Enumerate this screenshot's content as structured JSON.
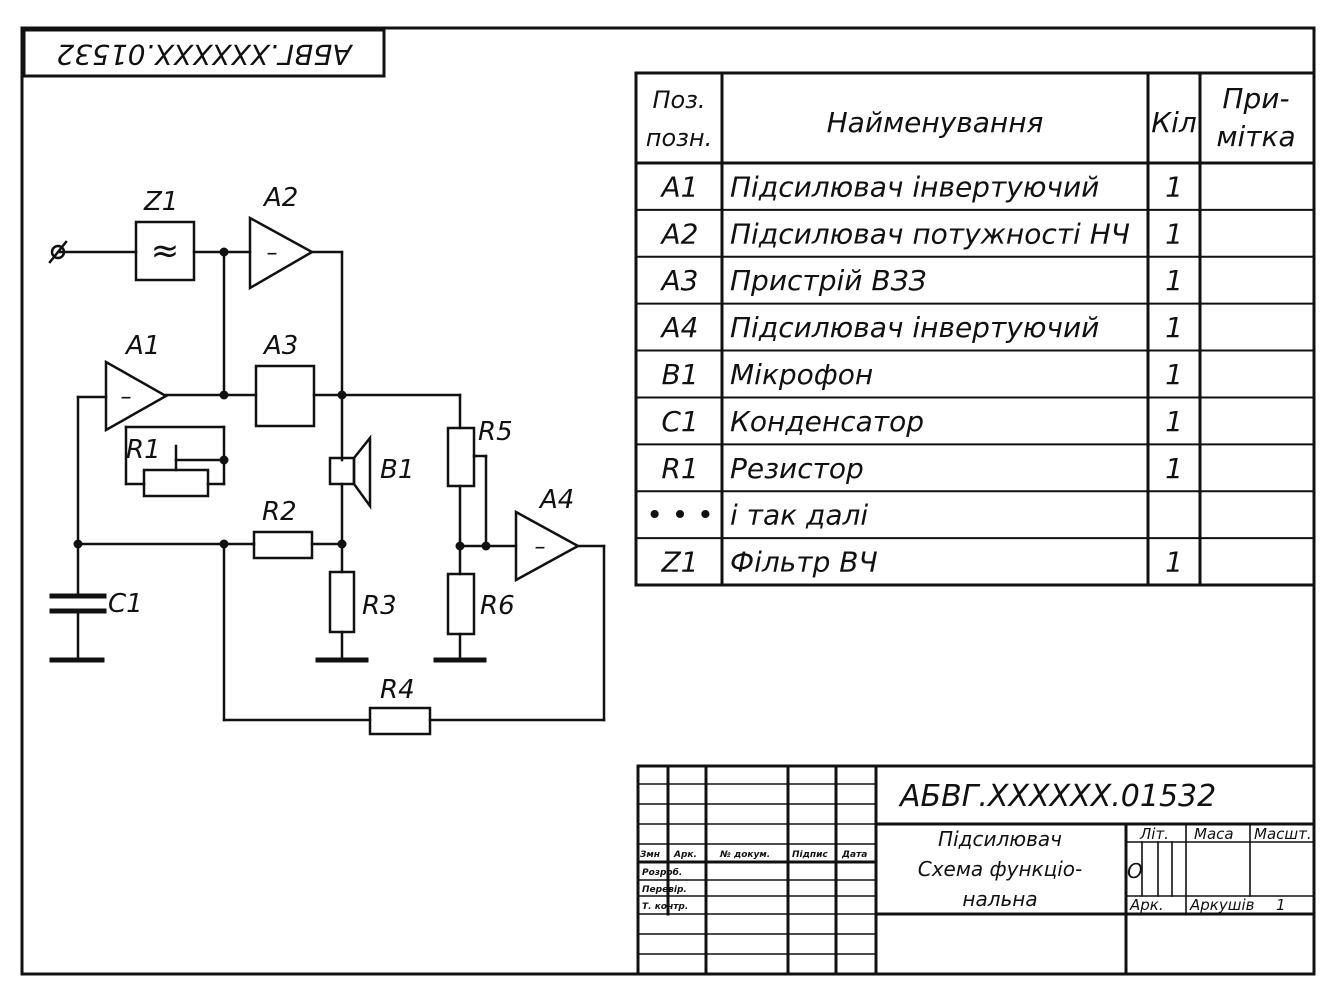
{
  "corner_stamp": "АБВГ.XXXXXX.01532",
  "circuit": {
    "labels": {
      "z1": "Z1",
      "a1": "A1",
      "a2": "A2",
      "a3": "A3",
      "a4": "A4",
      "r1": "R1",
      "r2": "R2",
      "r3": "R3",
      "r4": "R4",
      "r5": "R5",
      "r6": "R6",
      "b1": "B1",
      "c1": "C1"
    },
    "symbols": {
      "amp_minus": "–",
      "filter": "≈"
    }
  },
  "parts_list": {
    "headers": {
      "pos_line1": "Поз.",
      "pos_line2": "позн.",
      "name": "Найменування",
      "qty": "Кіл",
      "note_line1": "При-",
      "note_line2": "мітка"
    },
    "rows": [
      {
        "pos": "A1",
        "name": "Підсилювач інвертуючий",
        "qty": "1",
        "note": ""
      },
      {
        "pos": "A2",
        "name": "Підсилювач потужності НЧ",
        "qty": "1",
        "note": ""
      },
      {
        "pos": "A3",
        "name": "Пристрій ВЗЗ",
        "qty": "1",
        "note": ""
      },
      {
        "pos": "A4",
        "name": "Підсилювач інвертуючий",
        "qty": "1",
        "note": ""
      },
      {
        "pos": "B1",
        "name": "Мікрофон",
        "qty": "1",
        "note": ""
      },
      {
        "pos": "C1",
        "name": "Конденсатор",
        "qty": "1",
        "note": ""
      },
      {
        "pos": "R1",
        "name": "Резистор",
        "qty": "1",
        "note": ""
      },
      {
        "pos": "• • •",
        "name": "і так далі",
        "qty": "",
        "note": ""
      },
      {
        "pos": "Z1",
        "name": "Фільтр ВЧ",
        "qty": "1",
        "note": ""
      }
    ]
  },
  "title_block": {
    "designation": "АБВГ.XXXXXX.01532",
    "title_line1": "Підсилювач",
    "title_line2": "Схема функціо-",
    "title_line3": "нальна",
    "col_zmin": "Змн",
    "col_ark": "Арк.",
    "col_doc": "№ докум.",
    "col_sign": "Підпис",
    "col_date": "Дата",
    "row_developer": "Розроб.",
    "row_checker": "Перевір.",
    "row_tcontrol": "Т. контр.",
    "lit": "Літ.",
    "mass": "Маса",
    "scale": "Масшт.",
    "sheet": "Арк.",
    "sheets": "Аркушів",
    "sheets_value": "1",
    "lit_value": "О"
  }
}
